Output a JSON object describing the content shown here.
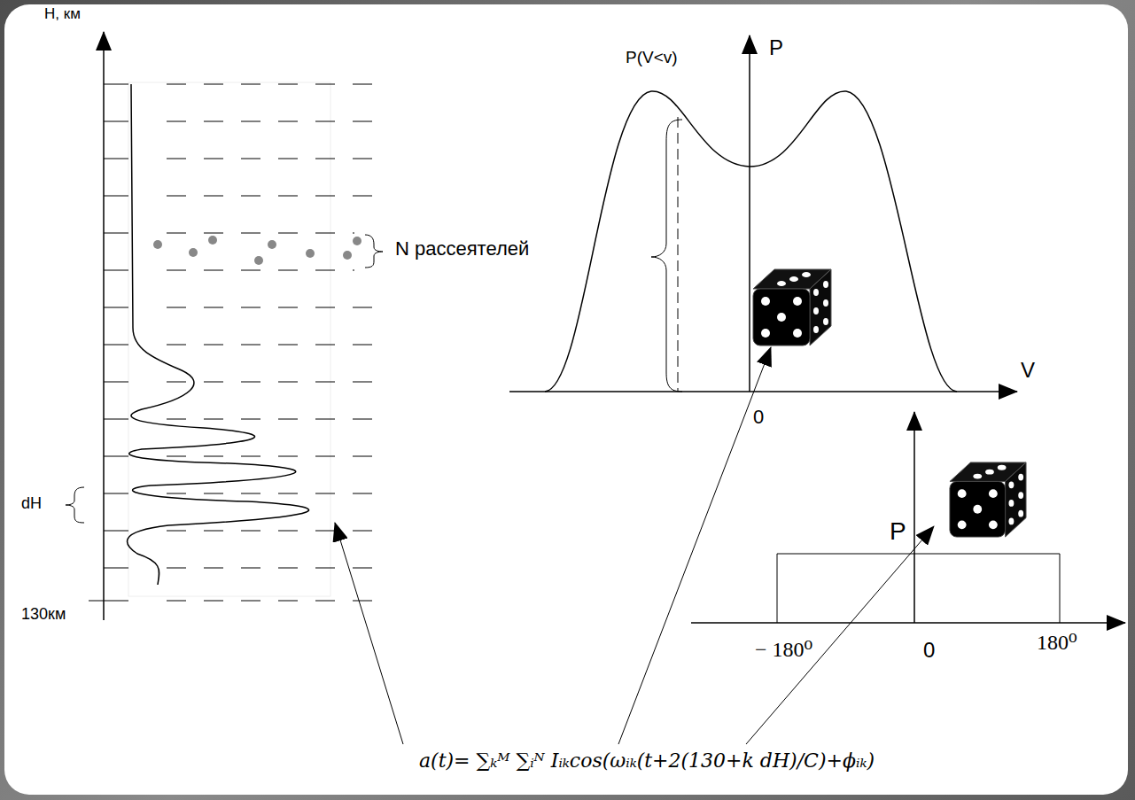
{
  "diagram": {
    "labels": [
      "H, км",
      "N рассеятелей",
      "dH",
      "130км",
      "P(V<v)",
      "P",
      "V",
      "0",
      "P",
      "− 180⁰",
      "0",
      "180⁰",
      "a(t)= ∑ₖᴹ ∑ᵢᴺ Iᵢₖcos(ωᵢₖ(t+2(130+k dH)/C)+ϕᵢₖ)"
    ]
  }
}
